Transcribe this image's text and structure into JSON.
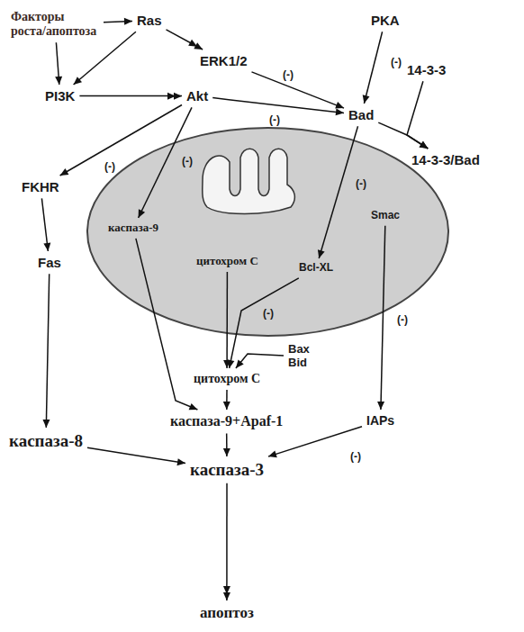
{
  "diagram": {
    "nodes": [
      {
        "text": [
          "Факторы роста/апоптоза"
        ]
      },
      {
        "text": [
          "Ras"
        ]
      },
      {
        "text": [
          "PKA"
        ]
      },
      {
        "text": [
          "ERK1/2"
        ]
      },
      {
        "text": [
          "14-3-3"
        ]
      },
      {
        "text": [
          "PI3K"
        ]
      },
      {
        "text": [
          "Akt"
        ]
      },
      {
        "text": [
          "Bad"
        ]
      },
      {
        "text": [
          "14-3-3/Bad"
        ]
      },
      {
        "text": [
          "FKHR"
        ]
      },
      {
        "text": []
      },
      {
        "text": [
          "каспаза-9"
        ],
        "in": 10
      },
      {
        "text": [
          "Smac"
        ],
        "in": 10
      },
      {
        "text": [
          "цитохром C"
        ],
        "in": 10
      },
      {
        "text": [
          "Bcl-XL"
        ],
        "in": 10
      },
      {
        "text": [
          "Fas"
        ]
      },
      {
        "text": [
          "Bax Bid"
        ]
      },
      {
        "text": [
          "цитохром C"
        ]
      },
      {
        "text": [
          "каспаза-9+Apaf-1"
        ]
      },
      {
        "text": [
          "IAPs"
        ]
      },
      {
        "text": [
          "каспаза-8"
        ]
      },
      {
        "text": [
          "каспаза-3"
        ]
      },
      {
        "text": [
          "апоптоз"
        ]
      }
    ],
    "edges": [
      {
        "from": 0,
        "to": 1,
        "arrow": "to"
      },
      {
        "from": 0,
        "to": 5,
        "arrow": "to"
      },
      {
        "from": 1,
        "to": 5,
        "arrow": "to"
      },
      {
        "from": 1,
        "to": 3,
        "arrow": "to"
      },
      {
        "from": 5,
        "to": 6,
        "arrow": "to"
      },
      {
        "from": 3,
        "to": 7,
        "label": "(-)",
        "arrow": "to"
      },
      {
        "from": 2,
        "to": 7,
        "label": "(-)",
        "arrow": "to"
      },
      {
        "from": 6,
        "to": 7,
        "label": "(-)",
        "arrow": "to"
      },
      {
        "from": 6,
        "to": 9,
        "label": "(-)",
        "arrow": "to"
      },
      {
        "from": 6,
        "to": 11,
        "label": "(-)",
        "arrow": "to"
      },
      {
        "from": 7,
        "to": 8,
        "arrow": "to"
      },
      {
        "from": 4,
        "to": 8,
        "arrow": "to"
      },
      {
        "from": 7,
        "to": 14,
        "label": "(-)",
        "arrow": "to"
      },
      {
        "from": 14,
        "to": 17,
        "label": "(-)",
        "arrow": "to"
      },
      {
        "from": 16,
        "to": 17,
        "arrow": "to"
      },
      {
        "from": 13,
        "to": 17,
        "arrow": "to"
      },
      {
        "from": 17,
        "to": 18,
        "arrow": "to"
      },
      {
        "from": 11,
        "to": 18,
        "arrow": "to"
      },
      {
        "from": 12,
        "to": 19,
        "label": "(-)",
        "arrow": "to"
      },
      {
        "from": 19,
        "to": 21,
        "label": "(-)",
        "arrow": "to"
      },
      {
        "from": 9,
        "to": 15,
        "arrow": "to"
      },
      {
        "from": 15,
        "to": 20,
        "arrow": "to"
      },
      {
        "from": 20,
        "to": 21,
        "arrow": "to"
      },
      {
        "from": 18,
        "to": 21,
        "arrow": "to"
      },
      {
        "from": 21,
        "to": 22,
        "arrow": "to"
      }
    ]
  }
}
